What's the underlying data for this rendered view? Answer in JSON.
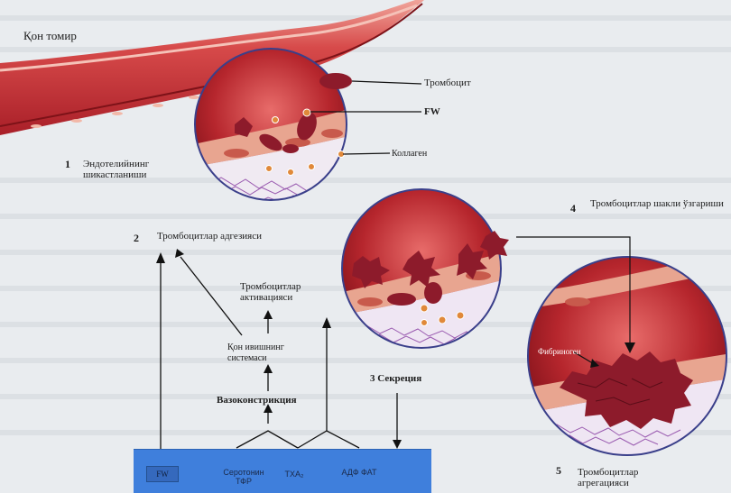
{
  "labels": {
    "vessel": "Қон томир",
    "thrombocyte": "Тромбоцит",
    "fw": "FW",
    "collagen": "Коллаген",
    "step1_num": "1",
    "step1_text": "Эндотелийнинг шикастланиши",
    "step2_num": "2",
    "step2_text": "Тромбоцитлар адгезияси",
    "activation": "Тромбоцитлар активацияси",
    "vasoconstriction": "Вазоконстрикция",
    "coag_system": "Қон ивишнинг системаси",
    "step3_text": "3 Секреция",
    "step4_num": "4",
    "step4_text": "Тромбоцитлар шакли ўзгариши",
    "fibrinogen": "Фибриноген",
    "step5_num": "5",
    "step5_text": "Тромбоцитлар агрегацияси"
  },
  "bottom_bar": {
    "fw": "FW",
    "serotonin": "Серотонин ТФР",
    "txa": "TXA₂",
    "adp": "АДФ ФАТ"
  },
  "colors": {
    "vessel_wall": "#c7353a",
    "lumen": "#9e1c24",
    "platelet": "#8d1b2b",
    "collagen_purple": "#9a5bb0",
    "bar_blue": "#3f7fdc"
  }
}
